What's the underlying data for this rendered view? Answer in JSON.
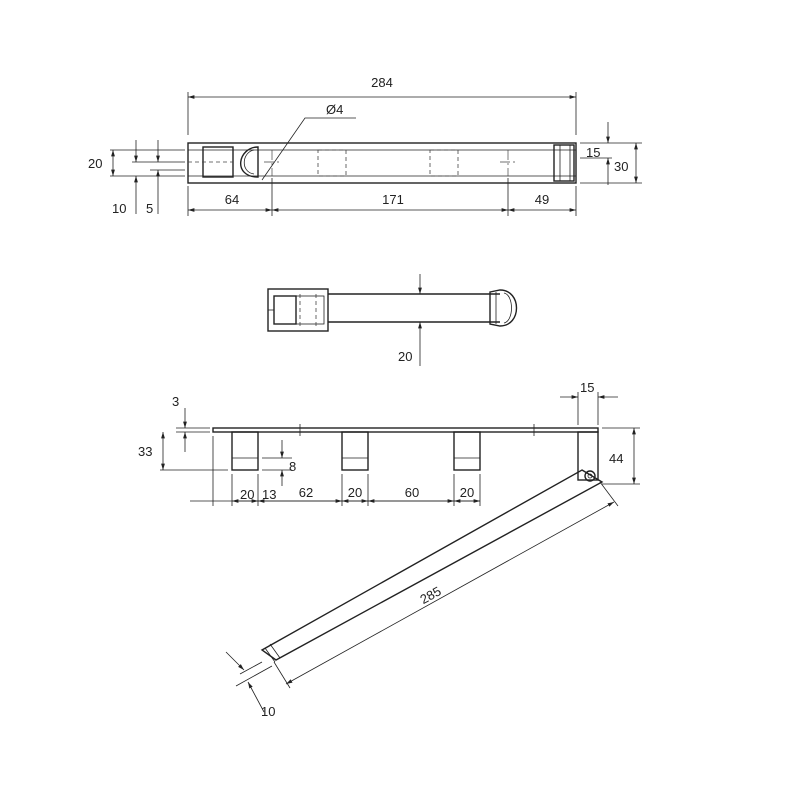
{
  "drawing": {
    "top_view": {
      "overall_length": "284",
      "hole_diameter": "Ø4",
      "width_20": "20",
      "offset_10": "10",
      "offset_5": "5",
      "seg_64": "64",
      "seg_171": "171",
      "seg_49": "49",
      "height_15": "15",
      "height_30": "30"
    },
    "front_view": {
      "bar_offset": "20"
    },
    "side_view": {
      "plate_3": "3",
      "hook_height_33": "33",
      "hook_gap_8": "8",
      "hook_width_1": "20",
      "gap_13": "13",
      "space_62": "62",
      "hook_width_2": "20",
      "space_60": "60",
      "hook_width_3": "20",
      "pivot_width_15": "15",
      "pivot_height_44": "44",
      "arm_length_285": "285",
      "arm_end_10": "10"
    }
  }
}
